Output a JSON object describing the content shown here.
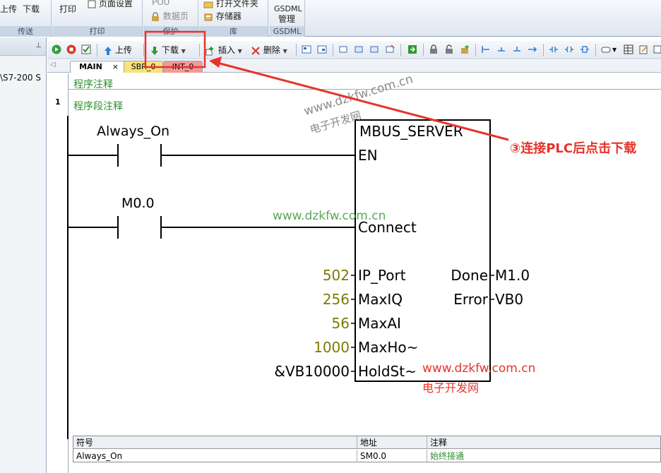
{
  "ribbon": {
    "group_transfer": {
      "title": "传送",
      "upload": "上传",
      "download": "下载"
    },
    "group_print": {
      "title": "打印",
      "print": "打印",
      "page_setup": "页面设置"
    },
    "group_protect": {
      "title": "保护",
      "pou": "POU",
      "data_page": "数据页"
    },
    "group_lib": {
      "title": "库",
      "open_folder": "打开文件夹",
      "memory": "存储器"
    },
    "group_gsdml": {
      "title": "GSDML",
      "line1": "GSDML",
      "line2": "管理"
    }
  },
  "left_panel": {
    "path": "\\S7-200 S"
  },
  "toolbar": {
    "upload": "上传",
    "download": "下载",
    "insert": "插入",
    "delete": "删除"
  },
  "tabs": [
    {
      "label": "MAIN"
    },
    {
      "label": "SBR_0"
    },
    {
      "label": "INT_0"
    }
  ],
  "editor": {
    "program_comment": "程序注释",
    "network_number": "1",
    "network_comment": "程序段注释",
    "contact1": "Always_On",
    "contact2": "M0.0",
    "block": {
      "name": "MBUS_SERVER",
      "en": "EN",
      "connect": "Connect",
      "inputs": [
        {
          "value": "502",
          "pin": "IP_Port"
        },
        {
          "value": "256",
          "pin": "MaxIQ"
        },
        {
          "value": "56",
          "pin": "MaxAI"
        },
        {
          "value": "1000",
          "pin": "MaxHo~"
        },
        {
          "value": "&VB10000",
          "pin": "HoldSt~"
        }
      ],
      "outputs": [
        {
          "pin": "Done",
          "value": "M1.0"
        },
        {
          "pin": "Error",
          "value": "VB0"
        }
      ]
    }
  },
  "symbol_table": {
    "headers": {
      "symbol": "符号",
      "address": "地址",
      "comment": "注释"
    },
    "row": {
      "symbol": "Always_On",
      "address": "SM0.0",
      "comment": "始终接通"
    }
  },
  "annotations": {
    "callout": "③连接PLC后点击下载",
    "watermark_url": "www.dzkfw.com.cn",
    "watermark_cn": "电子开发网"
  },
  "colors": {
    "value_olive": "#7f7a00",
    "comment_green": "#2f8f2f",
    "callout_red": "#e8332a"
  }
}
